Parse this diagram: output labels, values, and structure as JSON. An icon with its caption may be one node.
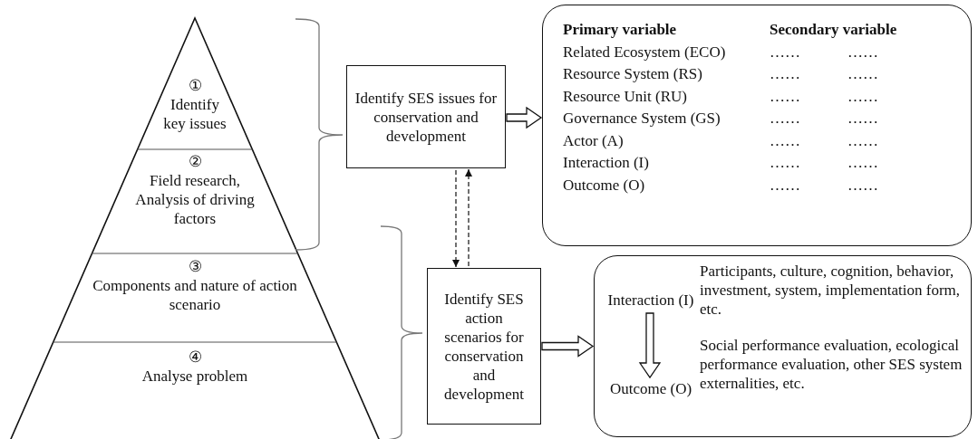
{
  "diagram": {
    "nodes": [
      {
        "text": [
          "①",
          "Identify key issues"
        ]
      },
      {
        "text": [
          "②",
          "Field research, Analysis of driving factors"
        ]
      },
      {
        "text": [
          "③",
          "Components and nature of action scenario"
        ]
      },
      {
        "text": [
          "④",
          "Analyse problem"
        ]
      },
      {
        "text": [
          "Identify SES issues for conservation and development"
        ]
      },
      {
        "text": [
          "Primary variable",
          "Secondary variable",
          "Related Ecosystem (ECO)",
          "……",
          "……",
          "Resource System (RS)",
          "……",
          "……",
          "Resource Unit (RU)",
          "……",
          "……",
          "Governance System (GS)",
          "……",
          "……",
          "Actor (A)",
          "……",
          "……",
          "Interaction (I)",
          "……",
          "……",
          "Outcome (O)",
          "……",
          "……"
        ]
      },
      {
        "text": [
          "Identify SES action scenarios for conservation and development"
        ]
      },
      {
        "text": [
          "Participants, culture, cognition, behavior, investment, system, implementation form, etc.",
          "Social performance evaluation, ecological performance evaluation, other SES system externalities, etc."
        ]
      },
      {
        "text": [
          "Interaction (I)"
        ],
        "in": 7
      },
      {
        "text": [
          "Outcome (O)"
        ],
        "in": 7
      }
    ],
    "edges": [
      {
        "from": 4,
        "to": 5,
        "arrow": "to",
        "style": "thick"
      },
      {
        "from": 4,
        "to": 6,
        "arrow": "to",
        "style": "dashed"
      },
      {
        "from": 6,
        "to": 4,
        "arrow": "to",
        "style": "dashed"
      },
      {
        "from": 6,
        "to": 7,
        "arrow": "to",
        "style": "thick"
      },
      {
        "from": 8,
        "to": 9,
        "arrow": "to",
        "style": "thick"
      }
    ]
  }
}
